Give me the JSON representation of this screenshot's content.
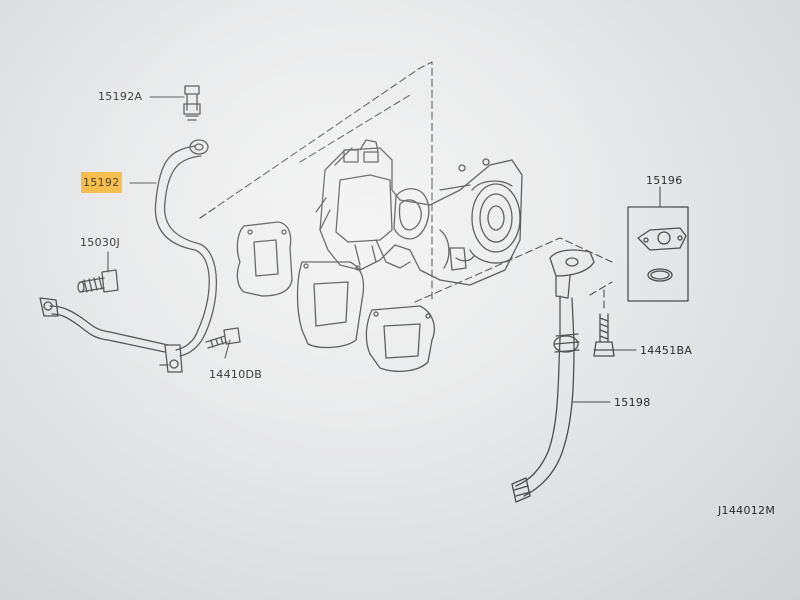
{
  "labels": {
    "p15192A": "15192A",
    "p15192": "15192",
    "p15030J": "15030J",
    "p14410DB": "14410DB",
    "p15196": "15196",
    "p14451BA": "14451BA",
    "p15198": "15198",
    "ref": "J144012M"
  },
  "highlight_color": "#f4b73a",
  "line_color": "#4a4a4a"
}
